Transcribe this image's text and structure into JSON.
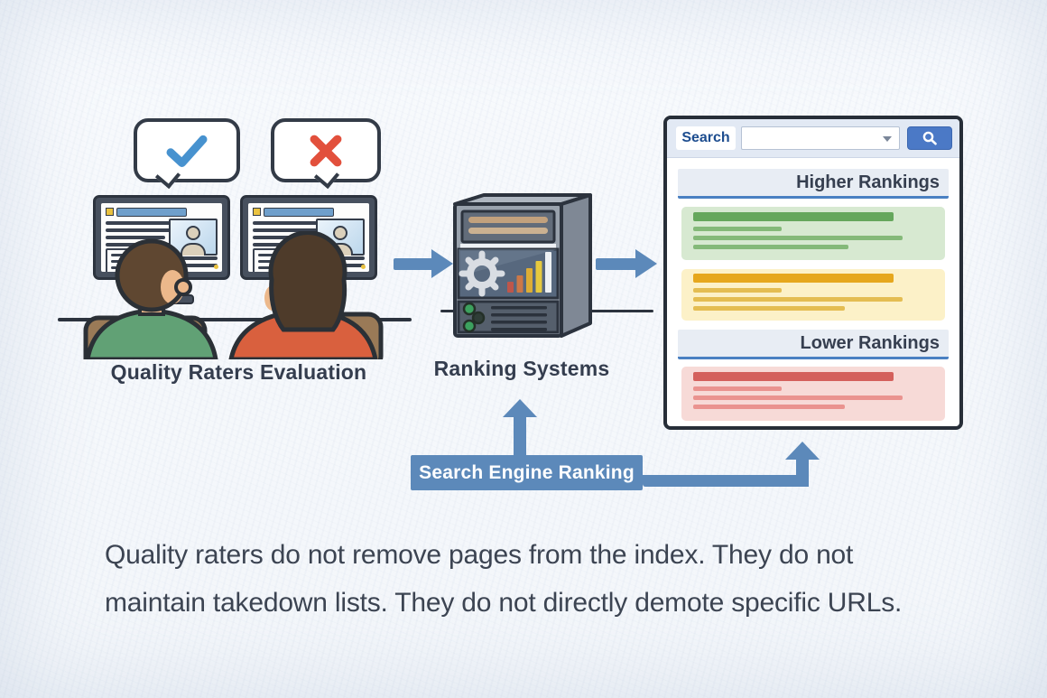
{
  "diagram": {
    "raters": {
      "label": "Quality Raters Evaluation",
      "approve_bubble_icon": "check",
      "reject_bubble_icon": "x"
    },
    "ranking_system": {
      "label": "Ranking Systems"
    },
    "flow": {
      "label": "Search Engine Ranking"
    },
    "serp": {
      "search_label": "Search",
      "search_input_value": "",
      "higher_header": "Higher Rankings",
      "lower_header": "Lower Rankings"
    }
  },
  "caption": {
    "line1": "Quality raters do not remove pages from the index. They do not",
    "line2": "maintain takedown lists. They do not directly demote specific URLs."
  },
  "colors": {
    "arrow_blue": "#5c89ba",
    "approve_check": "#4792cf",
    "reject_x": "#e2503c",
    "higher_green": "#65a75c",
    "mid_yellow": "#e6a71d",
    "lower_red": "#d4605c",
    "search_text_blue": "#1d4d8f",
    "outline_dark": "#2c333e"
  }
}
